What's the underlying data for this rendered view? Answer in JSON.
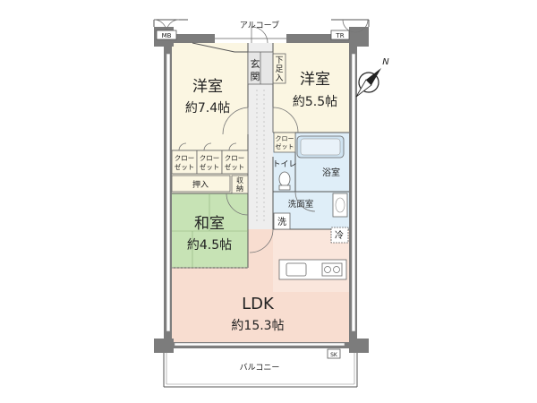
{
  "labels": {
    "alcove": "アルコーブ",
    "balcony": "バルコニー",
    "mb": "MB",
    "tr": "TR",
    "sk": "SK",
    "entrance_1": "玄",
    "entrance_2": "関",
    "shoe_1": "下",
    "shoe_2": "足",
    "shoe_3": "入",
    "toilet": "トイレ",
    "bath": "浴室",
    "washroom": "洗面室",
    "washer": "洗",
    "fridge": "冷",
    "oshiire": "押入",
    "storage_1": "収",
    "storage_2": "納"
  },
  "rooms": {
    "western_1": {
      "name": "洋室",
      "size": "約7.4帖"
    },
    "western_2": {
      "name": "洋室",
      "size": "約5.5帖"
    },
    "japanese": {
      "name": "和室",
      "size": "約4.5帖"
    },
    "ldk": {
      "name": "LDK",
      "size": "約15.3帖"
    }
  },
  "closets": [
    {
      "line1": "クロー",
      "line2": "ゼット"
    },
    {
      "line1": "クロー",
      "line2": "ゼット"
    },
    {
      "line1": "クロー",
      "line2": "ゼット"
    },
    {
      "line1": "クロー",
      "line2": "ゼット"
    }
  ],
  "compass": {
    "label": "N"
  },
  "colors": {
    "room_floor": "#fbf6e2",
    "ldk_floor": "#f8ddd0",
    "tatami": "#c7e3b5",
    "wet_area": "#dfeef8",
    "hallway": "#eeeeee",
    "wall": "#7c7c7c"
  }
}
